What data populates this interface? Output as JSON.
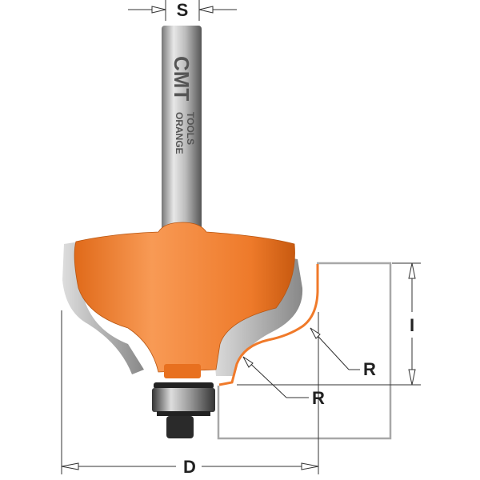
{
  "labels": {
    "shank_diameter": "S",
    "height": "I",
    "radius_upper": "R",
    "radius_lower": "R",
    "diameter": "D"
  },
  "logo": {
    "brand": "CMT",
    "line1": "ORANGE",
    "line2": "TOOLS"
  },
  "colors": {
    "body": "#f07a2a",
    "profile": "#f07a2a",
    "workpiece": "#a8a8a8",
    "steel": "#b5b5b5",
    "lines": "#333333"
  }
}
